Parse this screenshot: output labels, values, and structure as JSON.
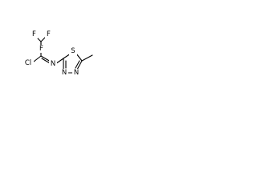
{
  "molecule": {
    "atoms": {
      "f_left": "F",
      "f_right": "F",
      "f_bottom": "F",
      "cl": "Cl",
      "n_imine": "N",
      "s_ring": "S",
      "n_ring_3": "N",
      "n_ring_4": "N"
    }
  }
}
